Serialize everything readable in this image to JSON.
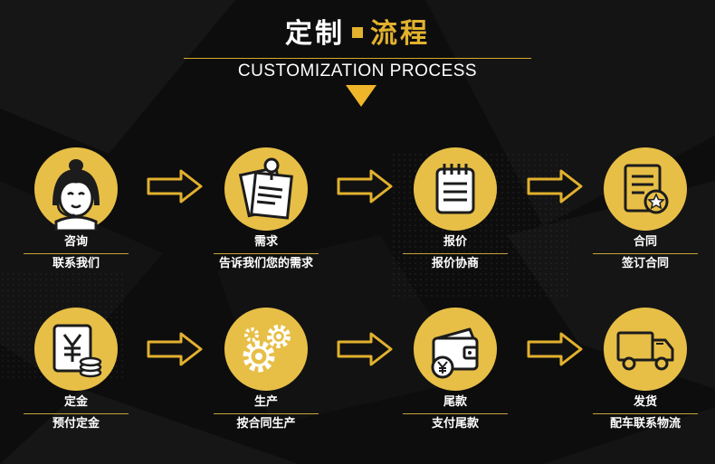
{
  "title": {
    "part1": "定制",
    "part2": "流程"
  },
  "subtitle": "CUSTOMIZATION PROCESS",
  "colors": {
    "gold": "#e7bf47",
    "accent": "#e2b12e",
    "background": "#0d0d0d"
  },
  "steps": [
    {
      "label": "咨询",
      "sub": "联系我们",
      "icon": "customer-service-icon"
    },
    {
      "label": "需求",
      "sub": "告诉我们您的需求",
      "icon": "notes-icon"
    },
    {
      "label": "报价",
      "sub": "报价协商",
      "icon": "notepad-icon"
    },
    {
      "label": "合同",
      "sub": "签订合同",
      "icon": "contract-icon"
    },
    {
      "label": "定金",
      "sub": "预付定金",
      "icon": "yuan-coins-icon"
    },
    {
      "label": "生产",
      "sub": "按合同生产",
      "icon": "gears-icon"
    },
    {
      "label": "尾款",
      "sub": "支付尾款",
      "icon": "wallet-icon"
    },
    {
      "label": "发货",
      "sub": "配车联系物流",
      "icon": "truck-icon"
    }
  ]
}
